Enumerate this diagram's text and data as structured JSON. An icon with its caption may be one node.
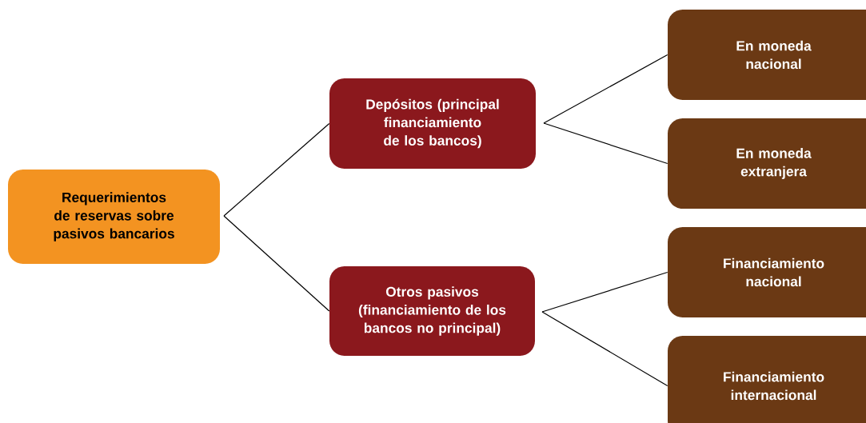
{
  "diagram": {
    "nodes": [
      {
        "text": [
          "Requerimientos de reservas sobre pasivos bancarios"
        ]
      },
      {
        "text": [
          "Depósitos (principal financiamiento de los bancos)"
        ]
      },
      {
        "text": [
          "Otros pasivos (financiamiento de los bancos no principal)"
        ]
      },
      {
        "text": [
          "En moneda nacional"
        ]
      },
      {
        "text": [
          "En moneda extranjera"
        ]
      },
      {
        "text": [
          "Financiamiento nacional"
        ]
      },
      {
        "text": [
          "Financiamiento internacional"
        ]
      }
    ],
    "edges": [
      {
        "from": 0,
        "to": 1,
        "arrow": "none"
      },
      {
        "from": 0,
        "to": 2,
        "arrow": "none"
      },
      {
        "from": 1,
        "to": 3,
        "arrow": "none"
      },
      {
        "from": 1,
        "to": 4,
        "arrow": "none"
      },
      {
        "from": 2,
        "to": 5,
        "arrow": "none"
      },
      {
        "from": 2,
        "to": 6,
        "arrow": "none"
      }
    ]
  }
}
